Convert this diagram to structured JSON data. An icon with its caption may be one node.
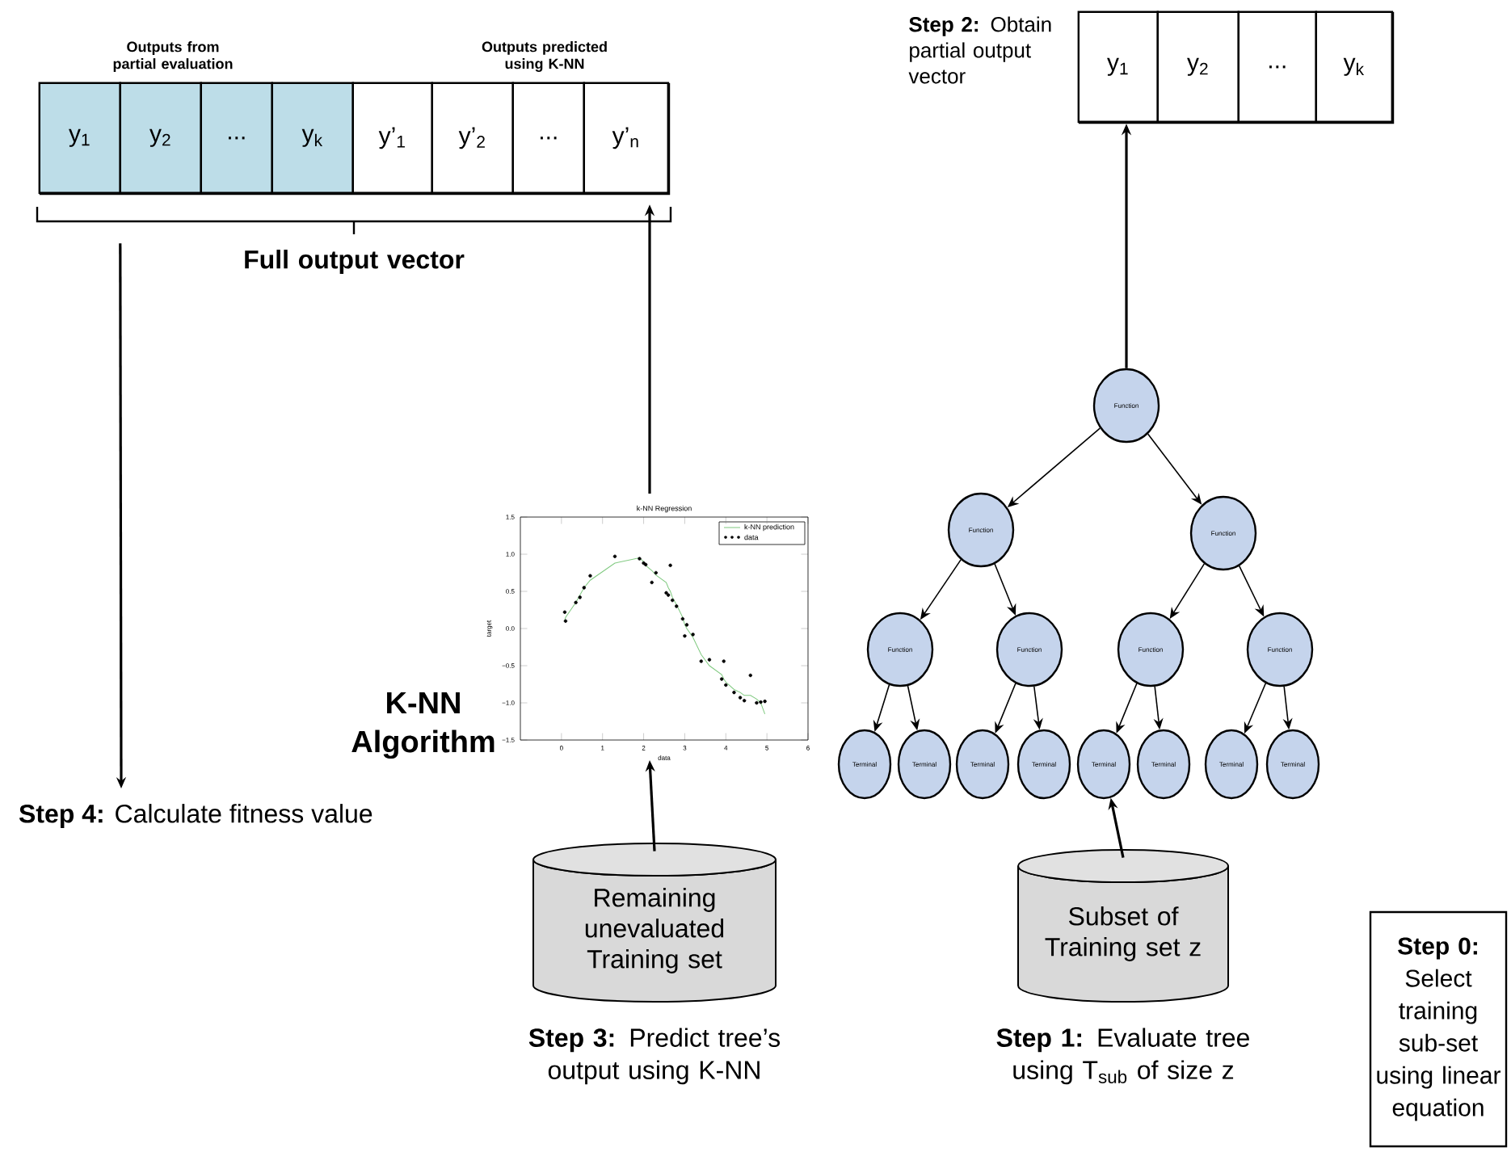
{
  "diagram": {
    "nodes": [
      {
        "text": [],
        "shape": "box"
      },
      {
        "text": [
          "y$_{1}$"
        ],
        "in": 0
      },
      {
        "text": [
          "y$_{2}$"
        ],
        "in": 0
      },
      {
        "text": [
          "..."
        ],
        "in": 0
      },
      {
        "text": [
          "y$_{k}$"
        ],
        "in": 0
      },
      {
        "text": [
          "y’$_{1}$"
        ],
        "in": 0
      },
      {
        "text": [
          "y’$_{2}$"
        ],
        "in": 0
      },
      {
        "text": [
          "..."
        ],
        "in": 0
      },
      {
        "text": [
          "y’$_{n}$"
        ],
        "in": 0
      },
      {
        "text": [],
        "shape": "box"
      },
      {
        "text": [
          "y$_{1}$"
        ],
        "in": 9
      },
      {
        "text": [
          "y$_{2}$"
        ],
        "in": 9
      },
      {
        "text": [
          "..."
        ],
        "in": 9
      },
      {
        "text": [
          "y$_{k}$"
        ],
        "in": 9
      },
      {
        "text": [
          "**Step 4:** Calculate fitness value"
        ]
      },
      {
        "text": [],
        "shape": "picture",
        "beside": [
          "K-NN Algorithm"
        ]
      },
      {
        "text": [
          "Remaining unevaluated Training set"
        ],
        "beside": [
          "**Step 3:** Predict tree’s output using K-NN"
        ]
      },
      {
        "text": [
          "Function"
        ]
      },
      {
        "text": [
          "Function"
        ]
      },
      {
        "text": [
          "Function"
        ]
      },
      {
        "text": [
          "Function"
        ]
      },
      {
        "text": [
          "Function"
        ]
      },
      {
        "text": [
          "Function"
        ]
      },
      {
        "text": [
          "Function"
        ]
      },
      {
        "text": [
          "Terminal"
        ]
      },
      {
        "text": [
          "Terminal"
        ]
      },
      {
        "text": [
          "Terminal"
        ]
      },
      {
        "text": [
          "Terminal"
        ]
      },
      {
        "text": [
          "Terminal"
        ]
      },
      {
        "text": [
          "Terminal"
        ]
      },
      {
        "text": [
          "Terminal"
        ]
      },
      {
        "text": [
          "Terminal"
        ]
      },
      {
        "text": [
          "Subset of Training set z"
        ],
        "beside": [
          "**Step 1:** Evaluate tree using T$_{sub}$ of size z"
        ]
      },
      {
        "text": [
          "Step 0:",
          "Select training sub-set using linear equation"
        ]
      }
    ],
    "edges": [
      {
        "from": 15,
        "to": 0,
        "arrow": "to"
      },
      {
        "from": 0,
        "to": 14,
        "arrow": "to"
      },
      {
        "from": 16,
        "to": 15,
        "arrow": "to"
      },
      {
        "from": 17,
        "to": 9,
        "arrow": "to"
      },
      {
        "from": 17,
        "to": 18,
        "arrow": "to"
      },
      {
        "from": 17,
        "to": 19,
        "arrow": "to"
      },
      {
        "from": 18,
        "to": 20,
        "arrow": "to"
      },
      {
        "from": 18,
        "to": 21,
        "arrow": "to"
      },
      {
        "from": 19,
        "to": 22,
        "arrow": "to"
      },
      {
        "from": 19,
        "to": 23,
        "arrow": "to"
      },
      {
        "from": 20,
        "to": 24,
        "arrow": "to"
      },
      {
        "from": 20,
        "to": 25,
        "arrow": "to"
      },
      {
        "from": 21,
        "to": 26,
        "arrow": "to"
      },
      {
        "from": 21,
        "to": 27,
        "arrow": "to"
      },
      {
        "from": 22,
        "to": 28,
        "arrow": "to"
      },
      {
        "from": 22,
        "to": 29,
        "arrow": "to"
      },
      {
        "from": 23,
        "to": 30,
        "arrow": "to"
      },
      {
        "from": 23,
        "to": 31,
        "arrow": "to"
      },
      {
        "from": 32,
        "to": 28,
        "arrow": "to"
      }
    ],
    "labels": [
      "Outputs from partial evaluation",
      "Outputs predicted using K-NN",
      "**Step 2:** Obtain partial output vector",
      "Full output vector"
    ],
    "chart_data": {
      "type": "scatter",
      "title": "k-NN Regression",
      "xlabel": "data",
      "ylabel": "target",
      "x": [
        0.08,
        0.1,
        0.35,
        0.45,
        0.55,
        0.7,
        1.3,
        1.9,
        2.0,
        2.05,
        2.2,
        2.3,
        2.55,
        2.6,
        2.65,
        2.7,
        2.8,
        2.95,
        3.0,
        3.05,
        3.2,
        3.4,
        3.6,
        3.9,
        3.95,
        4.0,
        4.2,
        4.35,
        4.45,
        4.6,
        4.75,
        4.85,
        4.95
      ],
      "series": [
        {
          "name": "k-NN prediction",
          "type": "line",
          "color": "#7fc97f",
          "values": [
            0.1,
            0.15,
            0.35,
            0.45,
            0.55,
            0.65,
            0.88,
            0.95,
            0.9,
            0.85,
            0.78,
            0.72,
            0.62,
            0.55,
            0.5,
            0.42,
            0.32,
            0.15,
            0.05,
            0.0,
            -0.12,
            -0.35,
            -0.5,
            -0.62,
            -0.68,
            -0.72,
            -0.82,
            -0.86,
            -0.9,
            -0.9,
            -0.95,
            -1.0,
            -1.15
          ]
        },
        {
          "name": "data",
          "type": "scatter",
          "color": "#000000",
          "values": [
            0.22,
            0.1,
            0.35,
            0.42,
            0.55,
            0.71,
            0.97,
            0.94,
            0.88,
            0.86,
            0.62,
            0.75,
            0.48,
            0.45,
            0.85,
            0.38,
            0.3,
            0.13,
            -0.1,
            0.05,
            -0.08,
            -0.44,
            -0.42,
            -0.68,
            -0.44,
            -0.76,
            -0.86,
            -0.93,
            -0.97,
            -0.63,
            -1.0,
            -0.99,
            -0.98
          ]
        }
      ],
      "legend": "upper right",
      "xlim": [
        -1,
        6
      ],
      "ylim": [
        -1.5,
        1.5
      ],
      "xticks": [
        0,
        1,
        2,
        3,
        4,
        5,
        6
      ],
      "yticks": [
        {
          "value": -1.5,
          "label": "−1.5"
        },
        {
          "value": -1.0,
          "label": "−1.0"
        },
        {
          "value": -0.5,
          "label": "−0.5"
        },
        {
          "value": 0.0,
          "label": "0.0"
        },
        {
          "value": 0.5,
          "label": "0.5"
        },
        {
          "value": 1.0,
          "label": "1.0"
        },
        {
          "value": 1.5,
          "label": "1.5"
        }
      ]
    }
  }
}
